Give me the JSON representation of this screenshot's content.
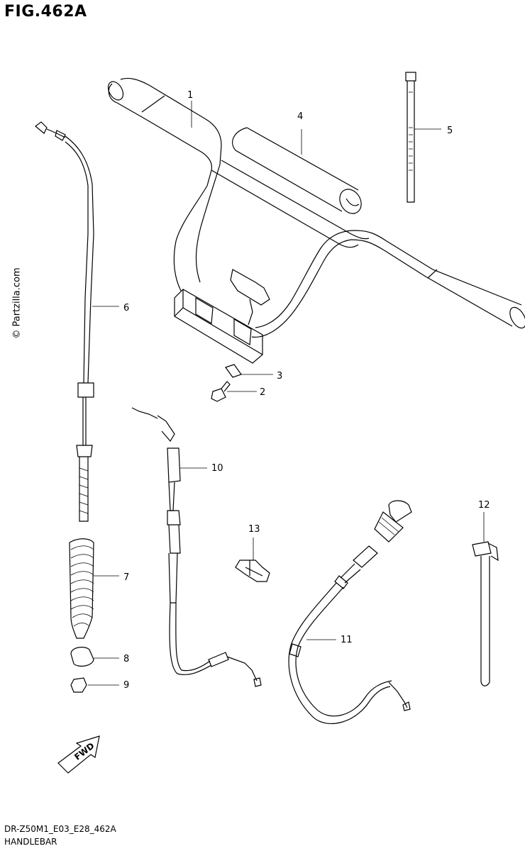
{
  "figure_title": "FIG.462A",
  "watermark": "© Partzilla.com",
  "fwd_label": "FWD",
  "footer": {
    "code": "DR-Z50M1_E03_E28_462A",
    "section": "HANDLEBAR"
  },
  "callouts": [
    "1",
    "2",
    "3",
    "4",
    "5",
    "6",
    "7",
    "8",
    "9",
    "10",
    "11",
    "12",
    "13"
  ]
}
